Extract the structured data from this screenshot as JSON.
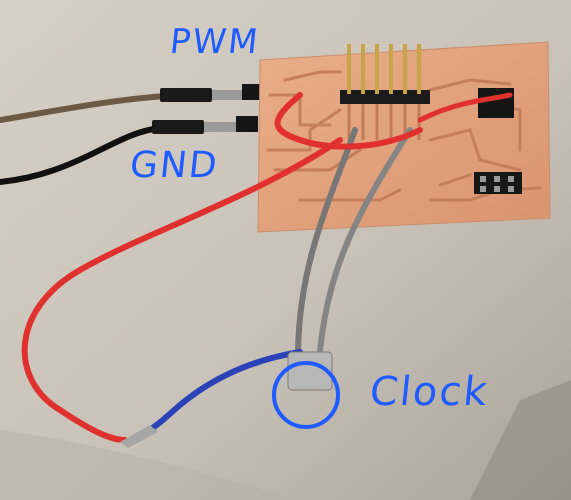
{
  "annotations": {
    "pwm": "PWM",
    "gnd": "GND",
    "clock": "Clock"
  },
  "colors": {
    "annotation": "#1f5bff",
    "pcb": "#e2a37e",
    "trace": "#c27b58",
    "wire_red": "#e0312f",
    "wire_gray": "#7b7b7b",
    "wire_blue": "#2c43b8",
    "wire_black": "#111111",
    "wire_brown": "#6c5a45"
  }
}
